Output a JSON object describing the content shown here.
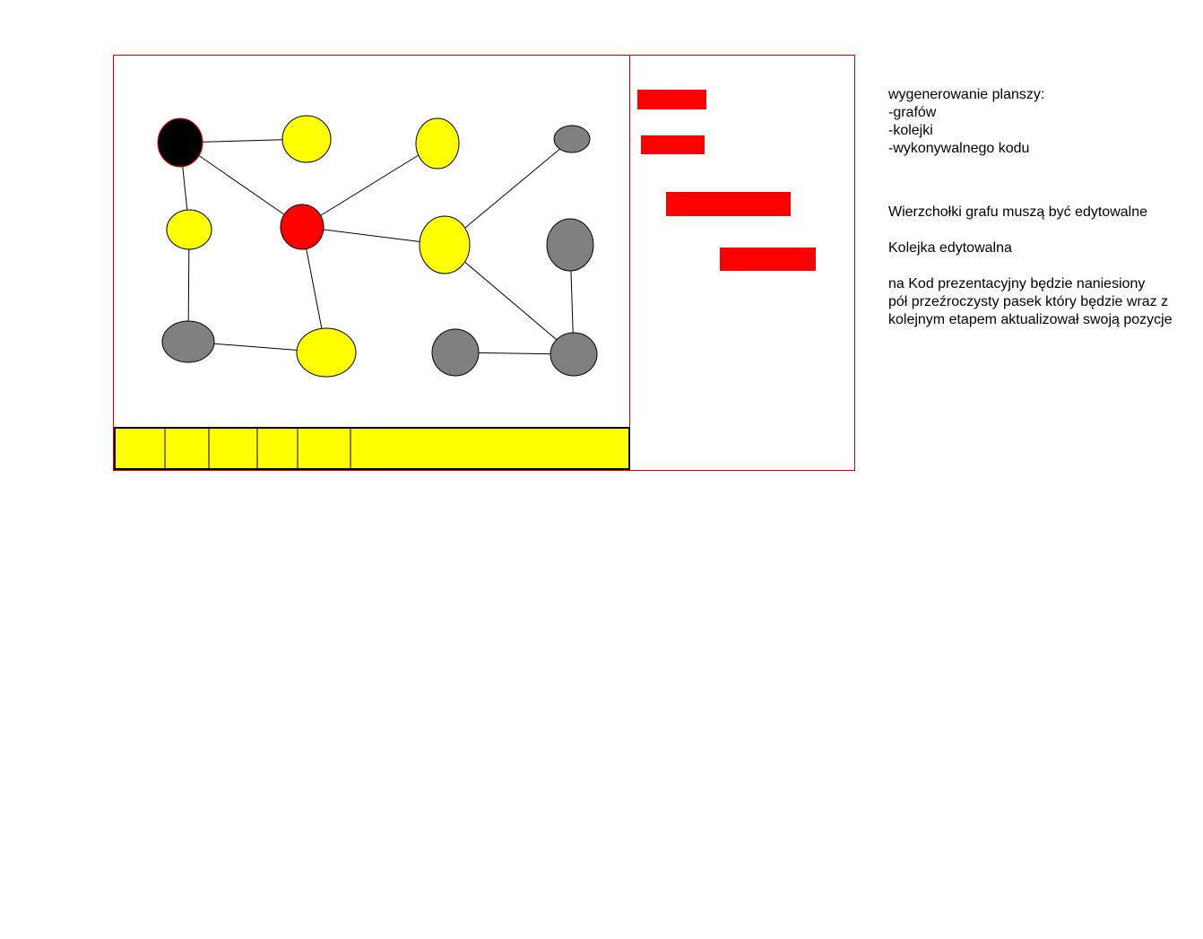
{
  "colors": {
    "frame": "#e00000",
    "node_yellow": "#ffff00",
    "node_gray": "#808080",
    "node_black": "#000000",
    "node_red": "#ff0000",
    "queue_bg": "#ffff00",
    "queue_border": "#000000",
    "code_bar": "#ff0000"
  },
  "graph": {
    "nodes": [
      {
        "id": "n1",
        "color": "black"
      },
      {
        "id": "n2",
        "color": "yellow"
      },
      {
        "id": "n3",
        "color": "yellow"
      },
      {
        "id": "n4",
        "color": "gray"
      },
      {
        "id": "n5",
        "color": "yellow"
      },
      {
        "id": "n6",
        "color": "red"
      },
      {
        "id": "n7",
        "color": "yellow"
      },
      {
        "id": "n8",
        "color": "gray"
      },
      {
        "id": "n9",
        "color": "gray"
      },
      {
        "id": "n10",
        "color": "yellow"
      },
      {
        "id": "n11",
        "color": "gray"
      },
      {
        "id": "n12",
        "color": "gray"
      }
    ],
    "edges": [
      [
        "n1",
        "n2"
      ],
      [
        "n1",
        "n6"
      ],
      [
        "n1",
        "n5"
      ],
      [
        "n5",
        "n9"
      ],
      [
        "n9",
        "n10"
      ],
      [
        "n6",
        "n10"
      ],
      [
        "n6",
        "n3"
      ],
      [
        "n6",
        "n7"
      ],
      [
        "n7",
        "n4"
      ],
      [
        "n7",
        "n12"
      ],
      [
        "n8",
        "n12"
      ],
      [
        "n11",
        "n12"
      ]
    ]
  },
  "queue": {
    "cells": 6
  },
  "code_panel": {
    "bars": 4
  },
  "notes": {
    "line1": "wygenerowanie planszy:",
    "line2": "-grafów",
    "line3": "-kolejki",
    "line4": "-wykonywalnego kodu",
    "line5": "Wierzchołki grafu muszą być edytowalne",
    "line6": "Kolejka edytowalna",
    "line7": "na Kod prezentacyjny będzie naniesiony",
    "line8": "pół przeźroczysty pasek który będzie wraz z",
    "line9": "kolejnym etapem aktualizował swoją pozycje"
  }
}
